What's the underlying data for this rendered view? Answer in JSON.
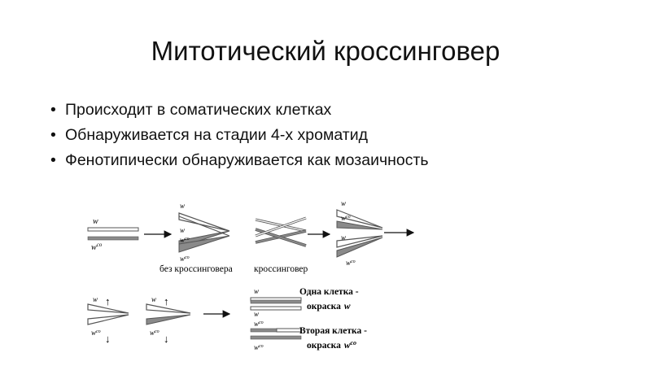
{
  "slide": {
    "title": "Митотический кроссинговер",
    "bullets": [
      "Происходит в соматических клетках",
      "Обнаруживается на стадии 4-х хроматид",
      "Фенотипически обнаруживается как мозаичность"
    ]
  },
  "diagram": {
    "allele_w": "w",
    "allele_wco": "w",
    "allele_co_superscript": "co",
    "caption_no_crossover": "без кроссинговера",
    "caption_crossover": "кроссинговер",
    "cell1_line1": "Одна клетка -",
    "cell1_line2": "окраска",
    "cell2_line1": "Вторая клетка -",
    "cell2_line2": "окраска",
    "up_arrow": "↑",
    "down_arrow": "↓"
  },
  "colors": {
    "text": "#111111",
    "chromatid_dark": "#8a8a8a",
    "chromatid_outline": "#555555"
  }
}
